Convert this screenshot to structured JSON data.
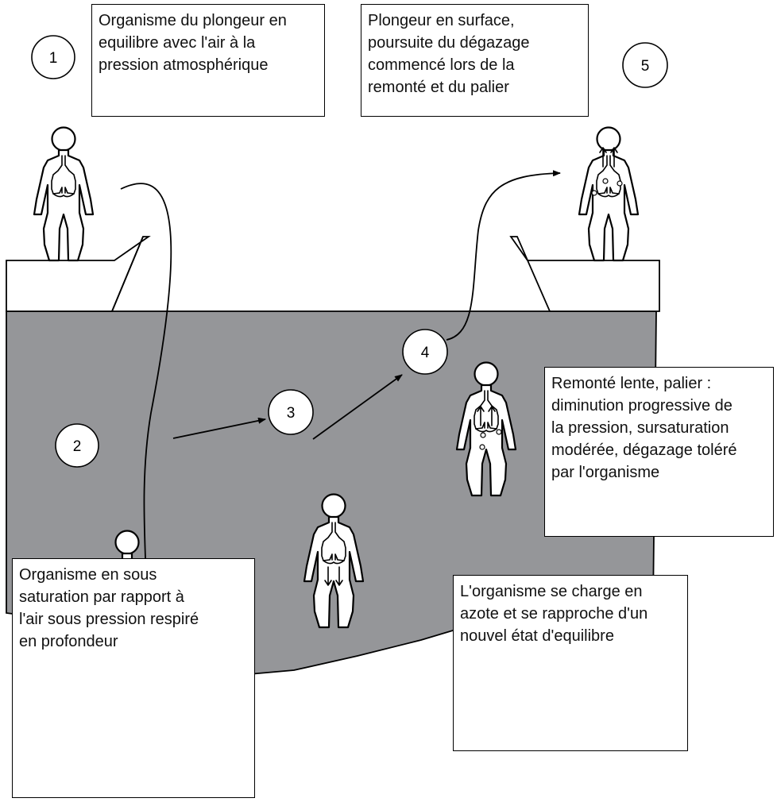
{
  "boxes": {
    "box1": {
      "lines": [
        "Organisme du plongeur en",
        "equilibre avec l'air à  la",
        "pression atmosphérique"
      ]
    },
    "box5": {
      "lines": [
        "Plongeur en surface,",
        "poursuite du dégazage",
        "commencé lors de la",
        "remonté et du palier"
      ]
    },
    "box4": {
      "lines": [
        "Remonté lente, palier :",
        "diminution progressive de",
        "la pression, sursaturation",
        "modérée, dégazage toléré",
        "par l'organisme"
      ]
    },
    "box3": {
      "lines": [
        "L'organisme se charge en",
        "azote et se rapproche d'un",
        "nouvel état d'equilibre"
      ]
    },
    "box2": {
      "lines": [
        "Organisme en sous",
        "saturation par rapport à",
        "l'air sous pression respiré",
        "en profondeur"
      ]
    }
  },
  "steps": [
    "1",
    "2",
    "3",
    "4",
    "5"
  ],
  "colors": {
    "water": "#959699",
    "outline": "#000000",
    "box_fill": "#ffffff"
  }
}
